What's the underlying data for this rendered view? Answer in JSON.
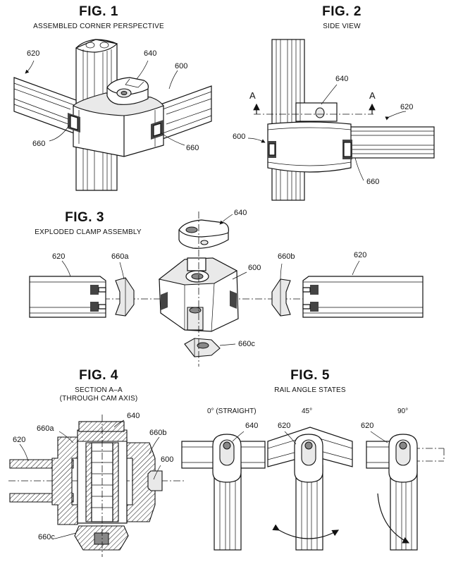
{
  "fig1": {
    "title": "FIG. 1",
    "subtitle": "ASSEMBLED CORNER PERSPECTIVE",
    "refs": {
      "rail": "620",
      "cam": "640",
      "body": "600",
      "insert_left": "660",
      "insert_right": "660"
    }
  },
  "fig2": {
    "title": "FIG. 2",
    "subtitle": "SIDE VIEW",
    "refs": {
      "cam": "640",
      "rail": "620",
      "body": "600",
      "insert": "660",
      "section_left": "A",
      "section_right": "A"
    }
  },
  "fig3": {
    "title": "FIG. 3",
    "subtitle": "EXPLODED CLAMP ASSEMBLY",
    "refs": {
      "cam": "640",
      "rail_left": "620",
      "rail_right": "620",
      "insert_a": "660a",
      "insert_b": "660b",
      "body": "600",
      "insert_c": "660c"
    }
  },
  "fig4": {
    "title": "FIG. 4",
    "subtitle_line1": "SECTION A–A",
    "subtitle_line2": "(THROUGH CAM AXIS)",
    "refs": {
      "cam": "640",
      "insert_a": "660a",
      "insert_b": "660b",
      "rail": "620",
      "body": "600",
      "insert_c": "660c"
    }
  },
  "fig5": {
    "title": "FIG. 5",
    "subtitle": "RAIL ANGLE STATES",
    "states": [
      "0° (STRAIGHT)",
      "45°",
      "90°"
    ],
    "refs": {
      "cam": "640",
      "rail_mid": "620",
      "rail_right": "620"
    }
  }
}
